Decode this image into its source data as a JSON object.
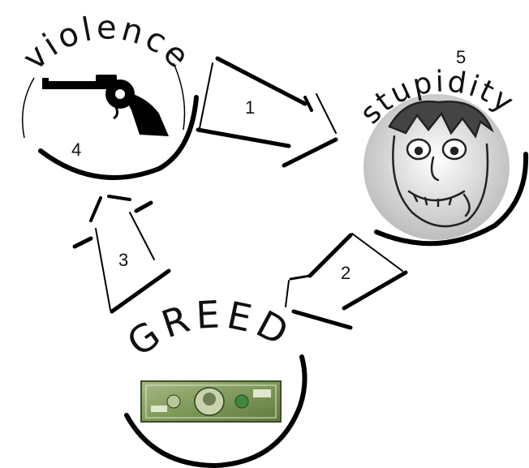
{
  "nodes": {
    "violence": {
      "word": "violence",
      "number": "4"
    },
    "stupidity": {
      "word": "stupidity",
      "number": "5"
    },
    "greed": {
      "word": "GREED"
    }
  },
  "arrows": [
    {
      "label": "1"
    },
    {
      "label": "2"
    },
    {
      "label": "3"
    }
  ],
  "colors": {
    "ink": "#000000",
    "banknote": "#7f9a5a",
    "face": "#e8e8e8"
  }
}
